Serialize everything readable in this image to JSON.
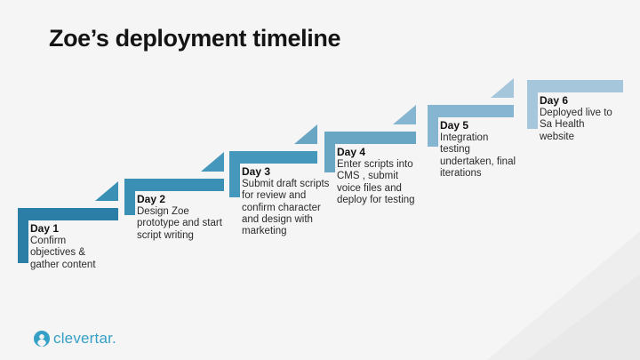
{
  "title": "Zoe’s deployment timeline",
  "steps": [
    {
      "label": "Day 1",
      "description": "Confirm objectives & gather content",
      "color": "#2b7ea6"
    },
    {
      "label": "Day 2",
      "description": "Design Zoe prototype and start script writing",
      "color": "#3a8fb5"
    },
    {
      "label": "Day 3",
      "description": "Submit draft scripts for review and confirm character and design with marketing",
      "color": "#4697bc"
    },
    {
      "label": "Day 4",
      "description": "Enter scripts into CMS , submit voice files and deploy for testing",
      "color": "#68a6c4"
    },
    {
      "label": "Day 5",
      "description": "Integration testing undertaken, final iterations",
      "color": "#85b5d0"
    },
    {
      "label": "Day 6",
      "description": "Deployed live to Sa Health website",
      "color": "#a5c6db"
    }
  ],
  "logo": {
    "text": "clevertar.",
    "color": "#35a0c5"
  },
  "background_color": "#f5f5f6"
}
